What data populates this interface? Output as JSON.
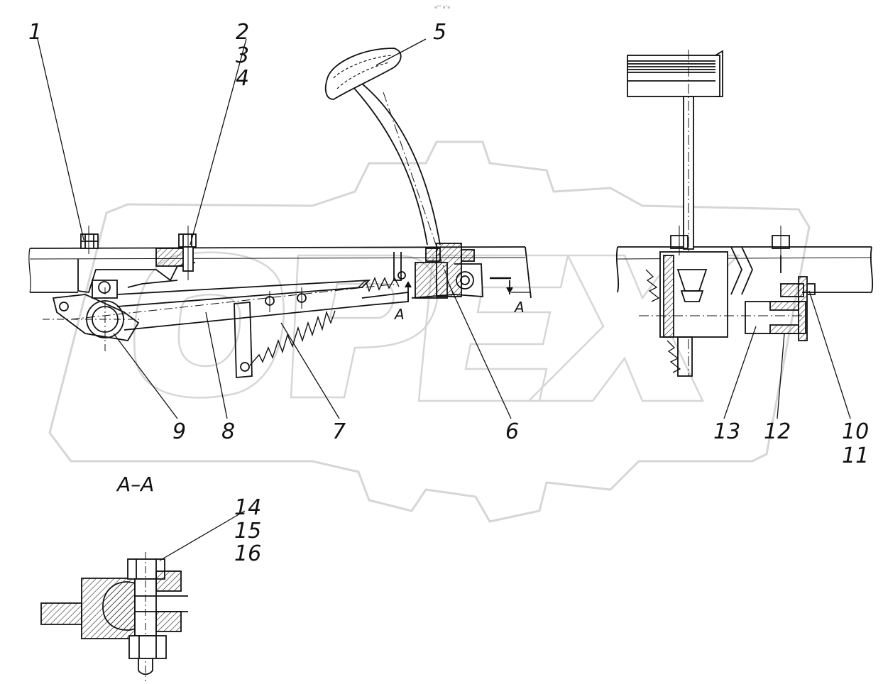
{
  "header": {
    "code": "a°° a°a"
  },
  "watermark": {
    "text": "OPEX",
    "color": "#d6d6d6"
  },
  "colors": {
    "ink": "#111111",
    "hatch": "#222222",
    "watermark": "#d6d6d6"
  },
  "callouts": {
    "c1": "1",
    "c2": "2",
    "c3": "3",
    "c4": "4",
    "c5": "5",
    "c6": "6",
    "c7": "7",
    "c8": "8",
    "c9": "9",
    "c10": "10",
    "c11": "11",
    "c12": "12",
    "c13": "13",
    "c14": "14",
    "c15": "15",
    "c16": "16"
  },
  "section_marks": {
    "mark_a_left": "A",
    "mark_a_right": "A"
  },
  "section_title": "A–A"
}
